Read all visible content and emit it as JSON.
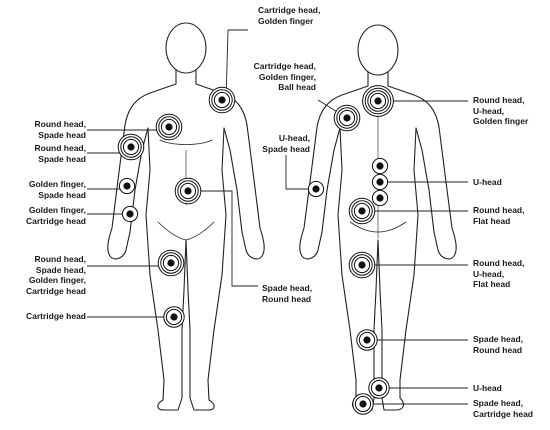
{
  "labels": {
    "l1": [
      "Cartridge head,",
      "Golden finger"
    ],
    "l2": [
      "Cartridge head,",
      "Golden finger,",
      "Ball head"
    ],
    "l3": [
      "Round head,",
      "Spade head"
    ],
    "l4": [
      "Round head,",
      "Spade head"
    ],
    "l5": [
      "Golden finger,",
      "Spade head"
    ],
    "l6": [
      "Golden finger,",
      "Cartridge head"
    ],
    "l7": [
      "Round head,",
      "Spade head,",
      "Golden finger,",
      "Cartridge head"
    ],
    "l8": [
      "Cartridge head"
    ],
    "l9": [
      "Spade head,",
      "Round head"
    ],
    "r1": [
      "U-head,",
      "Spade head"
    ],
    "r2": [
      "Round head,",
      "U-head,",
      "Golden finger"
    ],
    "r3": [
      "U-head"
    ],
    "r4": [
      "Round head,",
      "Flat head"
    ],
    "r5": [
      "Round head,",
      "U-head,",
      "Flat head"
    ],
    "r6": [
      "Spade head,",
      "Round head"
    ],
    "r7": [
      "U-head"
    ],
    "r8": [
      "Spade head,",
      "Cartridge head"
    ]
  }
}
